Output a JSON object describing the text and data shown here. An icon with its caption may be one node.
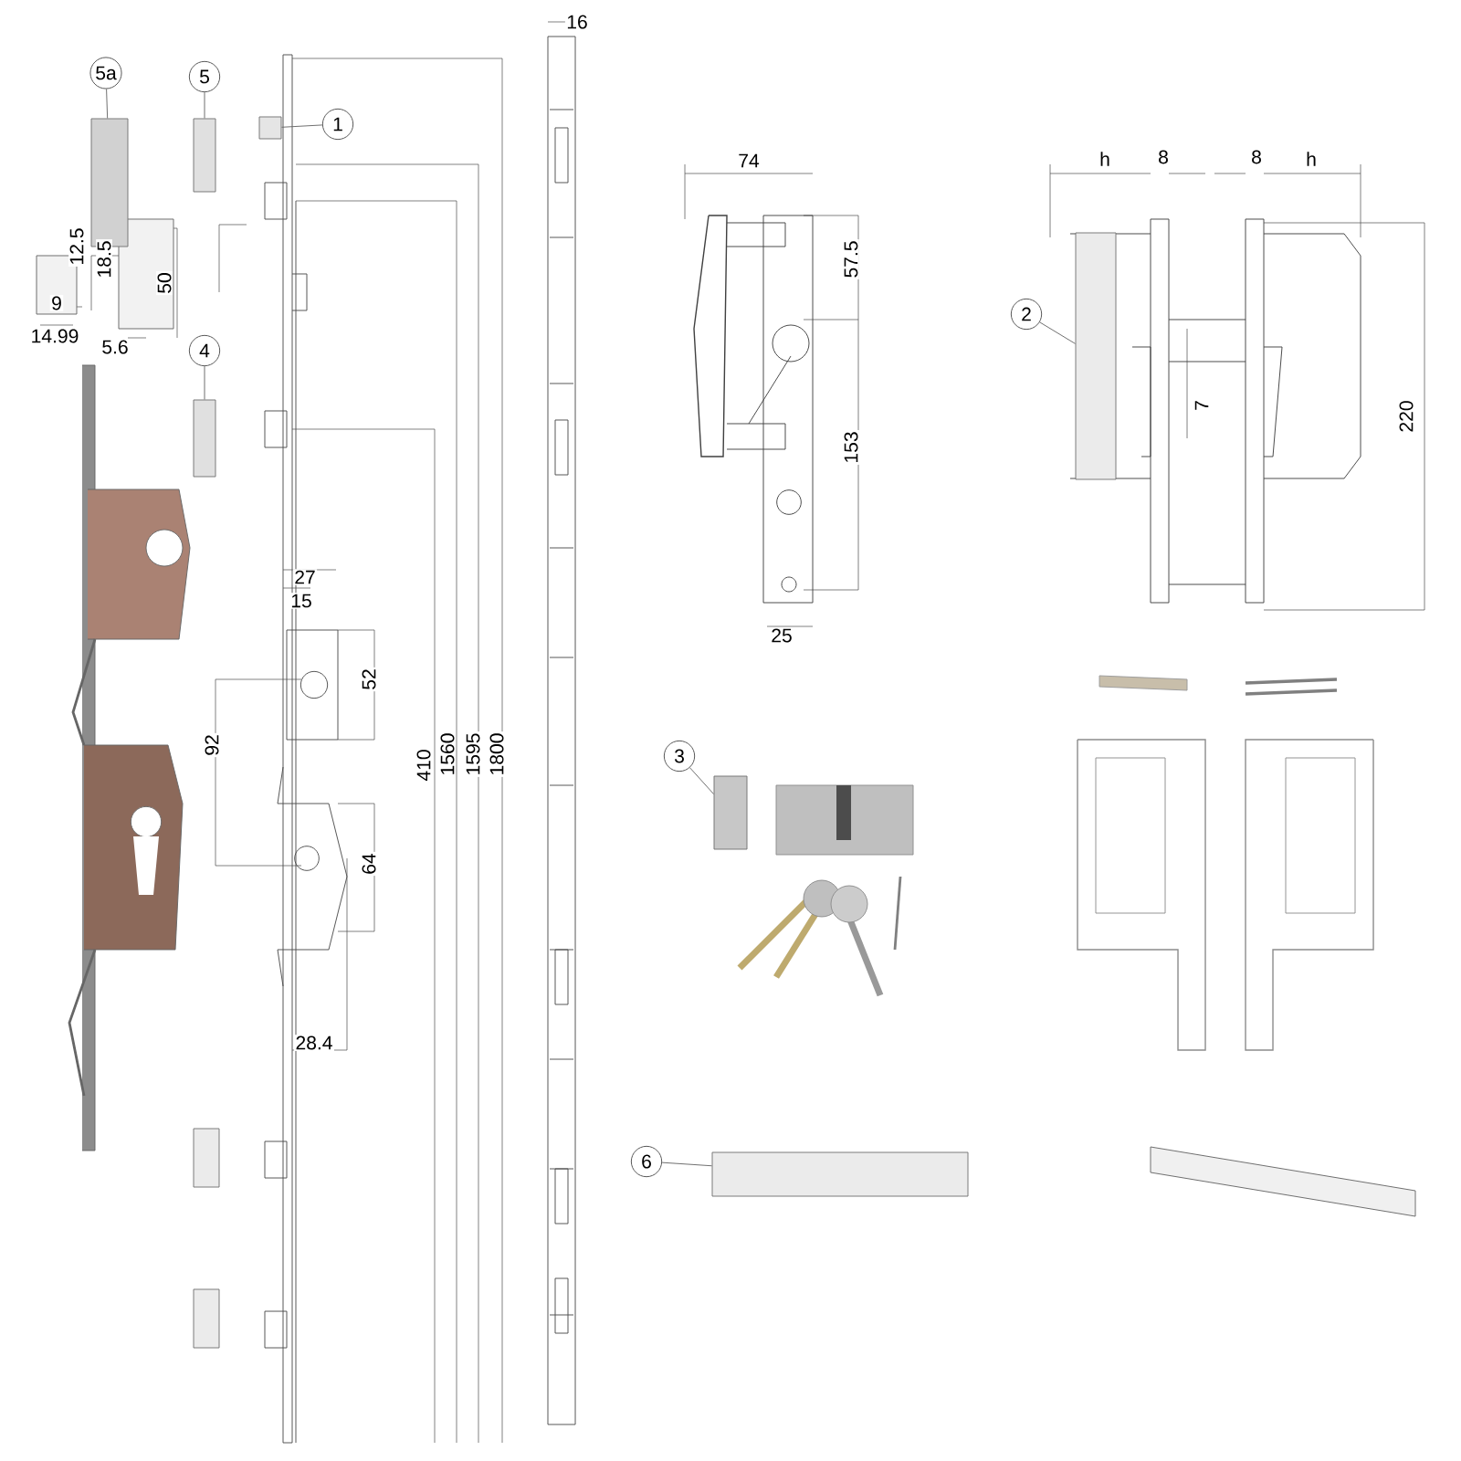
{
  "diagram": {
    "nodes": [
      {
        "text": [
          "5a"
        ]
      },
      {
        "text": [],
        "shape": "box"
      },
      {
        "text": [
          "5"
        ]
      },
      {
        "text": [],
        "shape": "box"
      },
      {
        "text": [
          "1"
        ]
      },
      {
        "text": [],
        "shape": "box"
      },
      {
        "text": [
          "4"
        ]
      },
      {
        "text": [],
        "shape": "box"
      },
      {
        "text": [
          "2"
        ]
      },
      {
        "text": [],
        "shape": "box"
      },
      {
        "text": [
          "3"
        ]
      },
      {
        "text": [],
        "shape": "box"
      },
      {
        "text": [
          "6"
        ]
      },
      {
        "text": [],
        "shape": "box"
      }
    ],
    "edges": [
      {
        "from": 0,
        "to": 1,
        "arrow": "none"
      },
      {
        "from": 2,
        "to": 3,
        "arrow": "none"
      },
      {
        "from": 4,
        "to": 5,
        "arrow": "none"
      },
      {
        "from": 6,
        "to": 7,
        "arrow": "none"
      },
      {
        "from": 8,
        "to": 9,
        "arrow": "none"
      },
      {
        "from": 10,
        "to": 11,
        "arrow": "none"
      },
      {
        "from": 12,
        "to": 13,
        "arrow": "none"
      }
    ],
    "labels": [
      "16",
      "12.5",
      "18.5",
      "50",
      "9",
      "14.99",
      "5.6",
      "74",
      "h",
      "8",
      "8",
      "h",
      "57.5",
      "7",
      "153",
      "220",
      "25",
      "27",
      "15",
      "52",
      "92",
      "410",
      "1560",
      "1595",
      "1800",
      "64",
      "28.4"
    ]
  }
}
